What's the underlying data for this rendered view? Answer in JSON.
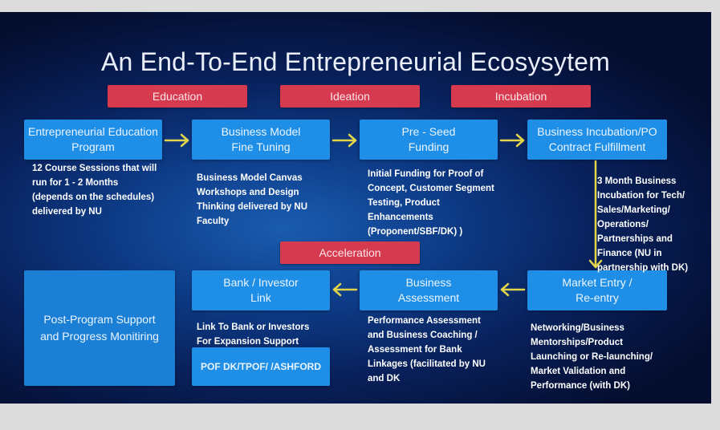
{
  "title": "An End-To-End Entrepreneurial Ecosysytem",
  "phases": {
    "education": "Education",
    "ideation": "Ideation",
    "incubation": "Incubation",
    "acceleration": "Acceleration"
  },
  "steps": {
    "education_program": "Entrepreneurial Education Program",
    "business_model": "Business Model Fine Tuning",
    "pre_seed": "Pre - Seed Funding",
    "incubation": "Business Incubation/PO Contract Fulfillment",
    "market_entry": "Market Entry / Re-entry",
    "assessment": "Business Assessment",
    "bank_investor": "Bank / Investor Link",
    "post_program": "Post-Program Support and Progress Monitiring",
    "partners": "POF DK/TPOF/ /ASHFORD"
  },
  "descriptions": {
    "education_program": "12 Course Sessions that will\nrun for 1 - 2 Months\n(depends on the schedules)\ndelivered by NU",
    "business_model": "Business Model Canvas\nWorkshops and Design\nThinking delivered by NU\n Faculty",
    "pre_seed": "Initial Funding for Proof of\nConcept, Customer Segment\nTesting, Product\nEnhancements\n(Proponent/SBF/DK) )",
    "incubation": "3 Month Business\nIncubation for Tech/\nSales/Marketing/\nOperations/\nPartnerships and\nFinance (NU in\npartnership with DK)",
    "market_entry": "Networking/Business\nMentorships/Product\nLaunching or Re-launching/\nMarket Validation and\nPerformance (with DK)",
    "assessment": "Performance Assessment\nand Business Coaching /\nAssessment for Bank\nLinkages (facilitated by NU\nand DK",
    "bank_investor": "Link To Bank or Investors\nFor Expansion Support"
  },
  "colors": {
    "phase_tag": "#d63a4f",
    "step_box": "#1f8ee6",
    "arrow": "#e2d54a"
  }
}
